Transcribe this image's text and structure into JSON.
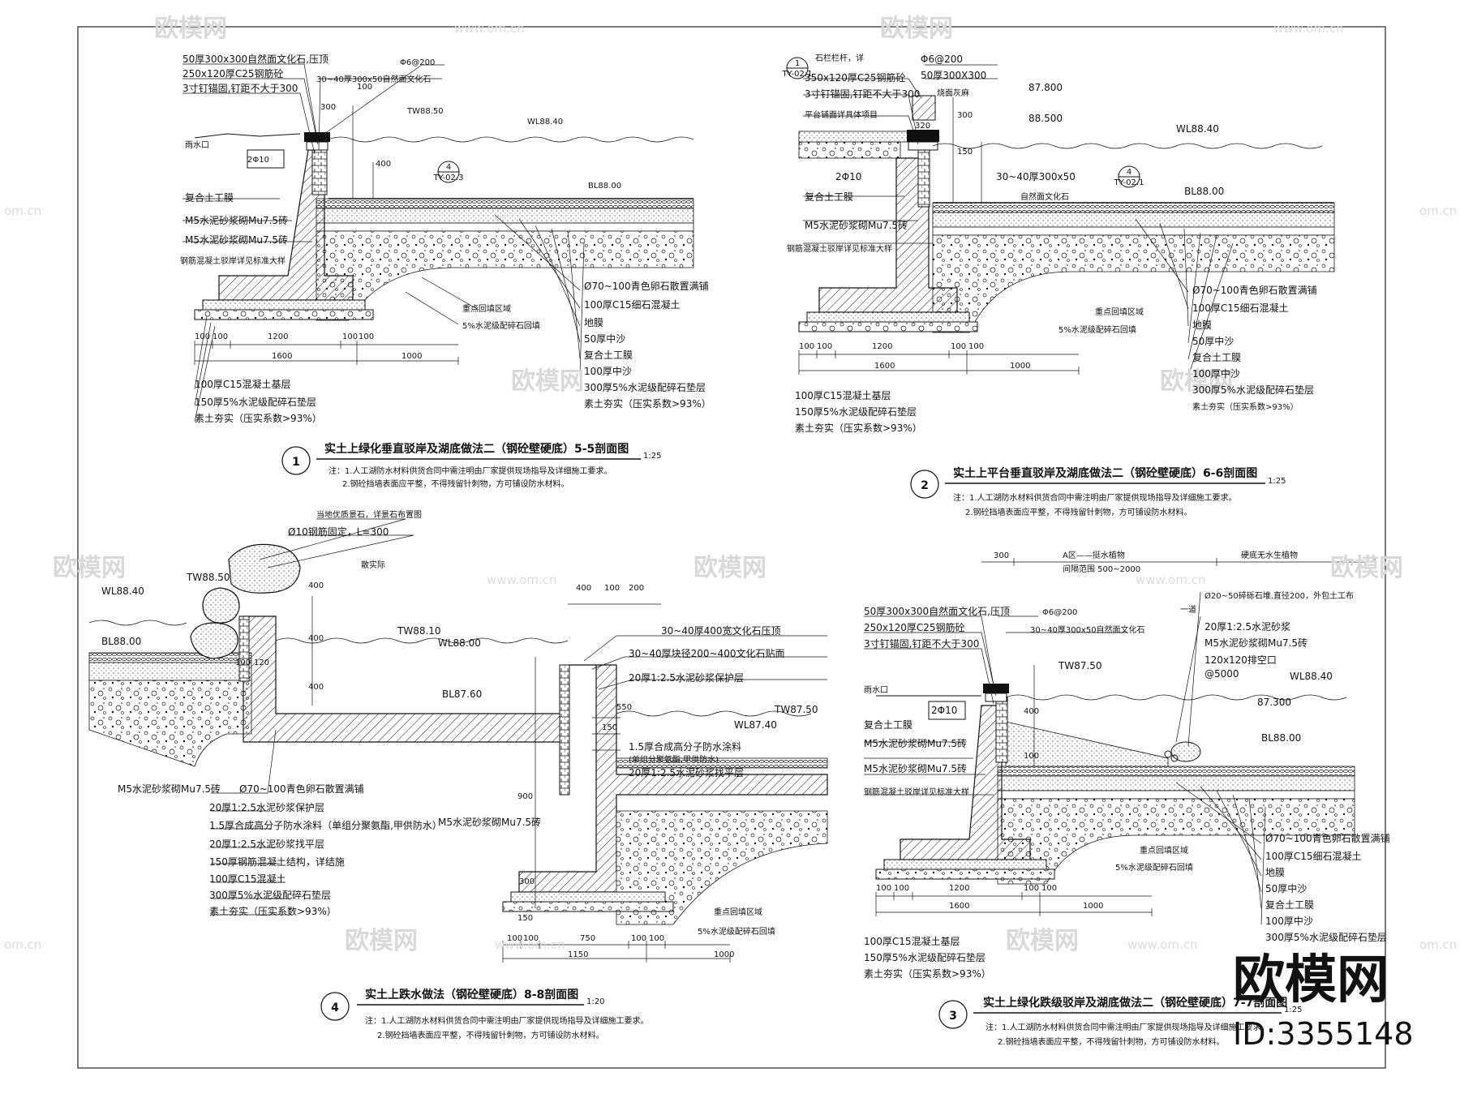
{
  "watermarks": {
    "brand": "欧模网",
    "url": "www.om.cn",
    "edge_url": "om.cn"
  },
  "brand_stamp": {
    "name": "欧模网",
    "id": "ID:3355148"
  },
  "detail1": {
    "number": "1",
    "title": "实土上绿化垂直驳岸及湖底做法二（钢砼壁硬底）5-5剖面图",
    "scale": "1:25",
    "notes": [
      "注：1.人工湖防水材料供货合同中需注明由厂家提供现场指导及详细施工要求。",
      "2.钢砼挡墙表面应平整，不得残留针刺物，方可铺设防水材料。"
    ],
    "labels": [
      "50厚300x300自然面文化石,压顶",
      "250x120厚C25钢筋砼",
      "3寸钉锚固,钉距不大于300",
      "30~40厚300x50自然面文化石",
      "Φ6@200",
      "TW88.50",
      "WL88.40",
      "BL88.00",
      "雨水口",
      "2Φ10",
      "复合土工膜",
      "M5水泥砂浆砌Mu7.5砖",
      "M5水泥砂浆砌Mu7.5砖",
      "钢筋混凝土驳岸详见标准大样",
      "Ø70~100青色卵石散置满铺",
      "100厚C15细石混凝土",
      "地膜",
      "50厚中沙",
      "复合土工膜",
      "100厚中沙",
      "300厚5%水泥级配碎石垫层",
      "素土夯实（压实系数>93%）",
      "重点回填区域",
      "5%水泥级配碎石回填",
      "100厚C15混凝土基层",
      "150厚5%水泥级配碎石垫层",
      "素土夯实（压实系数>93%）"
    ],
    "dims": [
      "100",
      "100",
      "1200",
      "100",
      "100",
      "1600",
      "1000",
      "300",
      "400",
      "100"
    ],
    "ref": {
      "top": "4",
      "bottom": "TY-02.3"
    }
  },
  "detail2": {
    "number": "2",
    "title": "实土上平台垂直驳岸及湖底做法二（钢砼壁硬底）6-6剖面图",
    "scale": "1:25",
    "notes": [
      "注：1.人工湖防水材料供货合同中需注明由厂家提供现场指导及详细施工要求。",
      "2.钢砼挡墙表面应平整，不得残留针刺物，方可铺设防水材料。"
    ],
    "labels": [
      "石栏栏杆，详",
      "350x120厚C25钢筋砼",
      "3寸钉锚固,钉距不大于300",
      "平台铺面详具体项目",
      "Φ6@200",
      "50厚300X300",
      "烧面灰麻",
      "87.800",
      "88.500",
      "WL88.40",
      "BL88.00",
      "2Φ10",
      "复合土工膜",
      "30~40厚300x50",
      "自然面文化石",
      "M5水泥砂浆砌Mu7.5砖",
      "钢筋混凝土驳岸详见标准大样",
      "Ø70~100青色卵石散置满铺",
      "100厚C15细石混凝土",
      "地膜",
      "50厚中沙",
      "复合土工膜",
      "100厚中沙",
      "300厚5%水泥级配碎石垫层",
      "素土夯实（压实系数>93%）",
      "重点回填区域",
      "5%水泥级配碎石回填",
      "100厚C15混凝土基层",
      "150厚5%水泥级配碎石垫层",
      "素土夯实（压实系数>93%）"
    ],
    "dims": [
      "100",
      "100",
      "1200",
      "100",
      "100",
      "1600",
      "1000",
      "320",
      "300",
      "150"
    ],
    "ref": {
      "top": "1",
      "bottom": "TY-02.1",
      "top2": "4",
      "bottom2": "TY-02.1"
    }
  },
  "detail3": {
    "number": "3",
    "title": "实土上绿化跌级驳岸及湖底做法二（钢砼壁硬底）7-7剖面图",
    "scale": "1:25",
    "notes": [
      "注：1.人工湖防水材料供货合同中需注明由厂家提供现场指导及详细施工要求。",
      "2.钢砼挡墙表面应平整，不得残留针刺物，方可铺设防水材料。"
    ],
    "labels": [
      "A区——挺水植物",
      "硬底无水生植物",
      "间隔范围 500~2000",
      "Ø20~50碎砾石堆,直径200，外包土工布",
      "一道",
      "50厚300x300自然面文化石,压顶",
      "250x120厚C25钢筋砼",
      "3寸钉锚固,钉距不大于300",
      "Φ6@200",
      "30~40厚300x50自然面文化石",
      "20厚1:2.5水泥砂浆",
      "M5水泥砂浆砌Mu7.5砖",
      "120x120排空口",
      "@5000",
      "TW87.50",
      "WL88.40",
      "87.300",
      "BL88.00",
      "雨水口",
      "2Φ10",
      "复合土工膜",
      "M5水泥砂浆砌Mu7.5砖",
      "M5水泥砂浆砌Mu7.5砖",
      "钢筋混凝土驳岸详见标准大样",
      "Ø70~100青色卵石散置满铺",
      "100厚C15细石混凝土",
      "地膜",
      "50厚中沙",
      "复合土工膜",
      "100厚中沙",
      "300厚5%水泥级配碎石垫层",
      "重点回填区域",
      "5%水泥级配碎石回填",
      "100厚C15混凝土基层",
      "150厚5%水泥级配碎石垫层",
      "素土夯实（压实系数>93%）"
    ],
    "dims": [
      "300",
      "100",
      "100",
      "1200",
      "100",
      "100",
      "1600",
      "1000",
      "400",
      "100"
    ]
  },
  "detail4": {
    "number": "4",
    "title": "实土上跌水做法（钢砼壁硬底）8-8剖面图",
    "scale": "1:20",
    "notes": [
      "注：1.人工湖防水材料供货合同中需注明由厂家提供现场指导及详细施工要求。",
      "2.钢砼挡墙表面应平整，不得残留针刺物，方可铺设防水材料。"
    ],
    "labels": [
      "当地优质景石，详景石布置图",
      "Ø10钢筋固定，L=300",
      "TW88.50",
      "WL88.40",
      "BL88.00",
      "散实际",
      "TW88.10",
      "WL88.00",
      "BL87.60",
      "30~40厚400宽文化石压顶",
      "30~40厚块径200~400文化石贴面",
      "20厚1:2.5水泥砂浆保护层",
      "TW87.50",
      "WL87.40",
      "1.5厚合成高分子防水涂料",
      "(单组分聚氨酯,甲供防水)",
      "20厚1:2.5水泥砂浆找平层",
      "M5水泥砂浆砌Mu7.5砖",
      "M5水泥砂浆砌Mu7.5砖",
      "Ø70~100青色卵石散置满铺",
      "20厚1:2.5水泥砂浆保护层",
      "1.5厚合成高分子防水涂料（单组分聚氨酯,甲供防水）",
      "20厚1:2.5水泥砂浆找平层",
      "150厚钢筋混凝土结构，详结施",
      "100厚C15混凝土",
      "300厚5%水泥级配碎石垫层",
      "素土夯实（压实系数>93%）",
      "重点回填区域",
      "5%水泥级配碎石回填"
    ],
    "dims": [
      "400",
      "100",
      "200",
      "400",
      "400",
      "400",
      "100",
      "120",
      "550",
      "900",
      "300",
      "150",
      "100",
      "100",
      "750",
      "100",
      "100",
      "1150",
      "1000",
      "150"
    ]
  }
}
